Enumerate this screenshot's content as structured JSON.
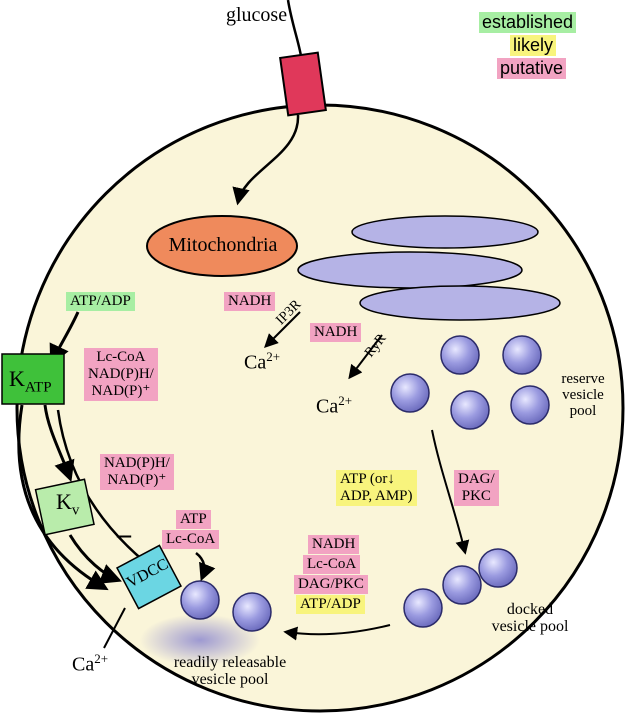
{
  "labels": {
    "glucose": "glucose",
    "mitochondria": "Mitochondria",
    "atp_adp": "ATP/ADP",
    "katp_main": "K",
    "katp_sub": "ATP",
    "kv_main": "K",
    "kv_sub": "v",
    "vdcc": "VDCC",
    "minus": "–",
    "ca_ip3": "Ca",
    "ca_ip3_sup": "2+",
    "ca_ryr": "Ca",
    "ca_ryr_sup": "2+",
    "ca_out": "Ca",
    "ca_out_sup": "2+",
    "ip3r": "IP3R",
    "ryr": "RyR",
    "reserve_pool": "reserve\nvesicle\npool",
    "docked_pool": "docked\nvesicle pool",
    "readily_pool": "readily releasable\nvesicle pool"
  },
  "boxes": {
    "nadh1": "NADH",
    "nadh2": "NADH",
    "lc_nad_1": "Lc-CoA\nNAD(P)H/\nNAD(P)⁺",
    "nad_2": "NAD(P)H/\nNAD(P)⁺",
    "atp_lc_1": "ATP",
    "atp_lc_2": "Lc-CoA",
    "atp_or": "ATP (or↓\nADP, AMP)",
    "dag_pkc": "DAG/\nPKC",
    "stack_nadh": "NADH",
    "stack_lc": "Lc-CoA",
    "stack_dag": "DAG/PKC",
    "stack_atp": "ATP/ADP"
  },
  "legend": {
    "established": "established",
    "likely": "likely",
    "putative": "putative"
  },
  "colors": {
    "cell_fill": "#faf5d9",
    "established": "#a7eea3",
    "likely": "#f8f47d",
    "putative": "#f2a3c2",
    "transporter": "#e0385a",
    "mitochondria": "#ef8a5c",
    "er": "#b5b3e6",
    "vesicle": "#8f8fdc",
    "katp": "#3fc13a",
    "kv": "#b9ecab",
    "vdcc": "#6bd6e3"
  }
}
